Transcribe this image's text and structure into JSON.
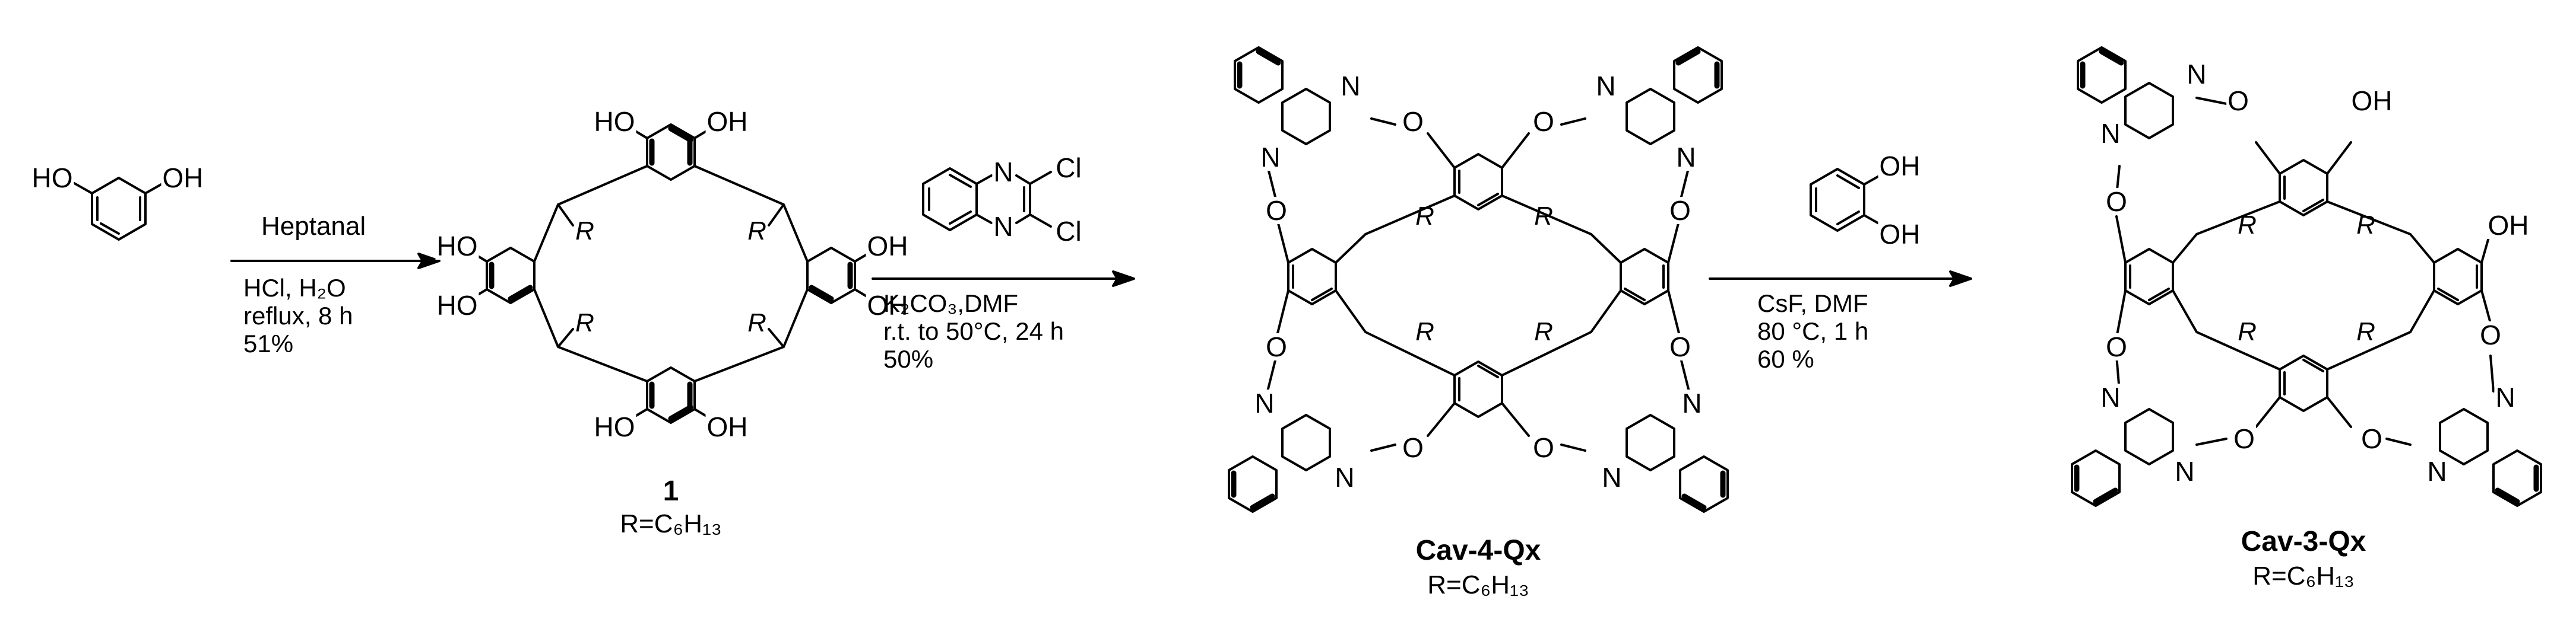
{
  "reagents": {
    "resorcinol": {
      "oh_left": "HO",
      "oh_right": "OH"
    },
    "step1": {
      "above": "Heptanal",
      "line1": "HCl, H₂O",
      "line2": "reflux, 8 h",
      "line3": "51%"
    },
    "dichloroquinoxaline": {
      "cl1": "Cl",
      "cl2": "Cl",
      "n1": "N",
      "n2": "N"
    },
    "step2": {
      "line1": "K₂CO₃,DMF",
      "line2": "r.t. to 50°C, 24 h",
      "line3": "50%"
    },
    "catechol": {
      "oh1": "OH",
      "oh2": "OH"
    },
    "step3": {
      "line1": "CsF,  DMF",
      "line2": "80 °C, 1 h",
      "line3": "60 %"
    }
  },
  "compounds": {
    "c1": {
      "label": "1",
      "r_def": "R=C₆H₁₃"
    },
    "c2": {
      "label": "Cav-4-Qx",
      "r_def": "R=C₆H₁₃"
    },
    "c3": {
      "label": "Cav-3-Qx",
      "r_def": "R=C₆H₁₃"
    }
  },
  "atoms": {
    "oh": "OH",
    "ho": "HO",
    "o": "O",
    "n": "N",
    "r": "R"
  }
}
